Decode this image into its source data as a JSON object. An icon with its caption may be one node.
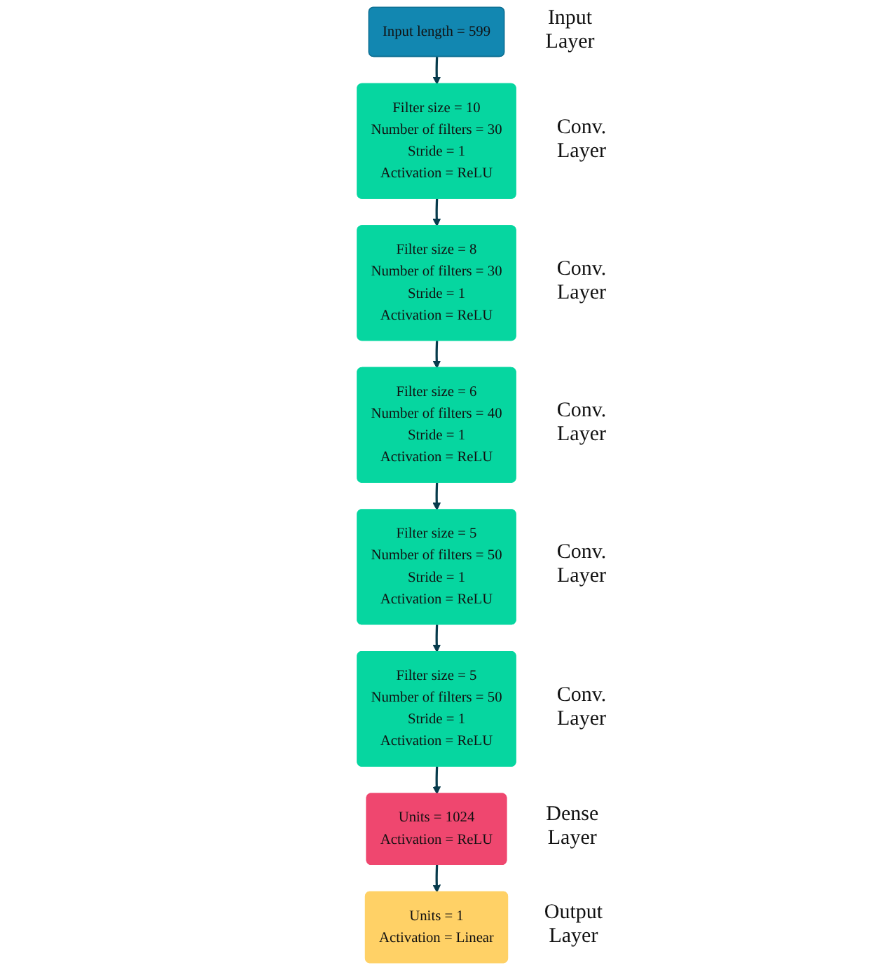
{
  "diagram": {
    "nodes": [
      {
        "text": [
          "Input length = 599"
        ],
        "beside": [
          "Input Layer"
        ]
      },
      {
        "text": [
          "Filter size = 10",
          "Number of filters = 30",
          "Stride = 1",
          "Activation = ReLU"
        ],
        "beside": [
          "Conv. Layer"
        ]
      },
      {
        "text": [
          "Filter size = 6",
          "Number of filters = 40",
          "Stride = 1",
          "Activation = ReLU"
        ],
        "beside": [
          "Conv. Layer"
        ]
      },
      {
        "text": [
          "Filter size = 8",
          "Number of filters = 30",
          "Stride = 1",
          "Activation = ReLU"
        ],
        "beside": [
          "Conv. Layer"
        ]
      },
      {
        "text": [
          "Filter size = 5",
          "Number of filters = 50",
          "Stride = 1",
          "Activation = ReLU"
        ],
        "beside": [
          "Conv. Layer"
        ]
      },
      {
        "text": [
          "Filter size = 5",
          "Number of filters = 50",
          "Stride = 1",
          "Activation = ReLU"
        ],
        "beside": [
          "Conv. Layer"
        ]
      },
      {
        "text": [
          "Units = 1",
          "Activation = Linear"
        ],
        "beside": [
          "Output Layer"
        ]
      },
      {
        "text": [
          "Units = 1024",
          "Activation = ReLU"
        ],
        "beside": [
          "Dense Layer"
        ]
      }
    ],
    "edges": [
      {
        "from": 0,
        "to": 1,
        "arrow": "to"
      },
      {
        "from": 1,
        "to": 3,
        "arrow": "to"
      },
      {
        "from": 3,
        "to": 2,
        "arrow": "to"
      },
      {
        "from": 2,
        "to": 4,
        "arrow": "to"
      },
      {
        "from": 4,
        "to": 5,
        "arrow": "to"
      },
      {
        "from": 5,
        "to": 7,
        "arrow": "to"
      },
      {
        "from": 7,
        "to": 6,
        "arrow": "to"
      }
    ]
  }
}
